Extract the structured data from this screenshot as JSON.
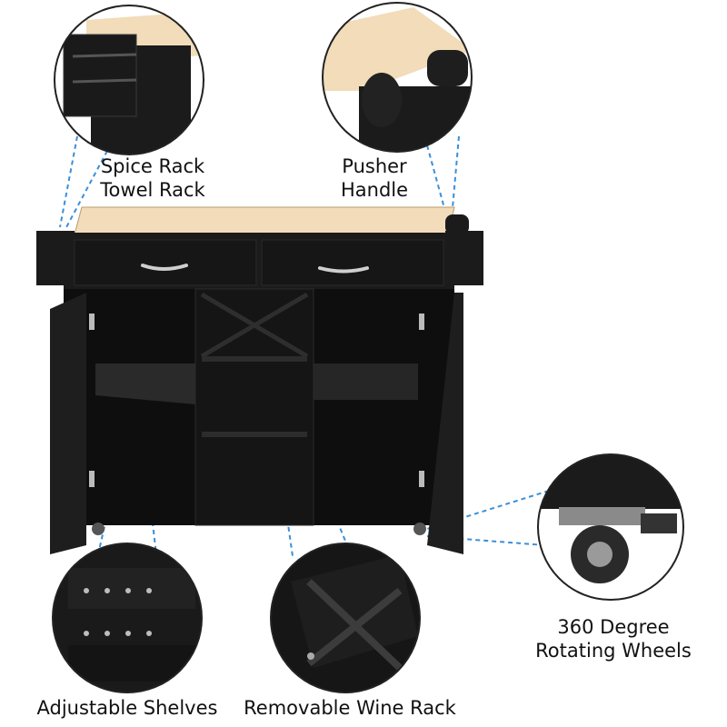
{
  "callouts": {
    "spice_towel": {
      "line1": "Spice Rack",
      "line2": "Towel Rack"
    },
    "pusher": {
      "line1": "Pusher",
      "line2": "Handle"
    },
    "wheels": {
      "line1": "360 Degree",
      "line2": "Rotating Wheels"
    },
    "shelves": {
      "line1": "Adjustable Shelves"
    },
    "wine": {
      "line1": "Removable Wine Rack"
    }
  },
  "colors": {
    "cabinet": "#1b1b1b",
    "interior": "#0d0d0d",
    "countertop": "#f2dcb9",
    "dashed_line": "#3a8fd9",
    "circle_border": "#222222"
  }
}
